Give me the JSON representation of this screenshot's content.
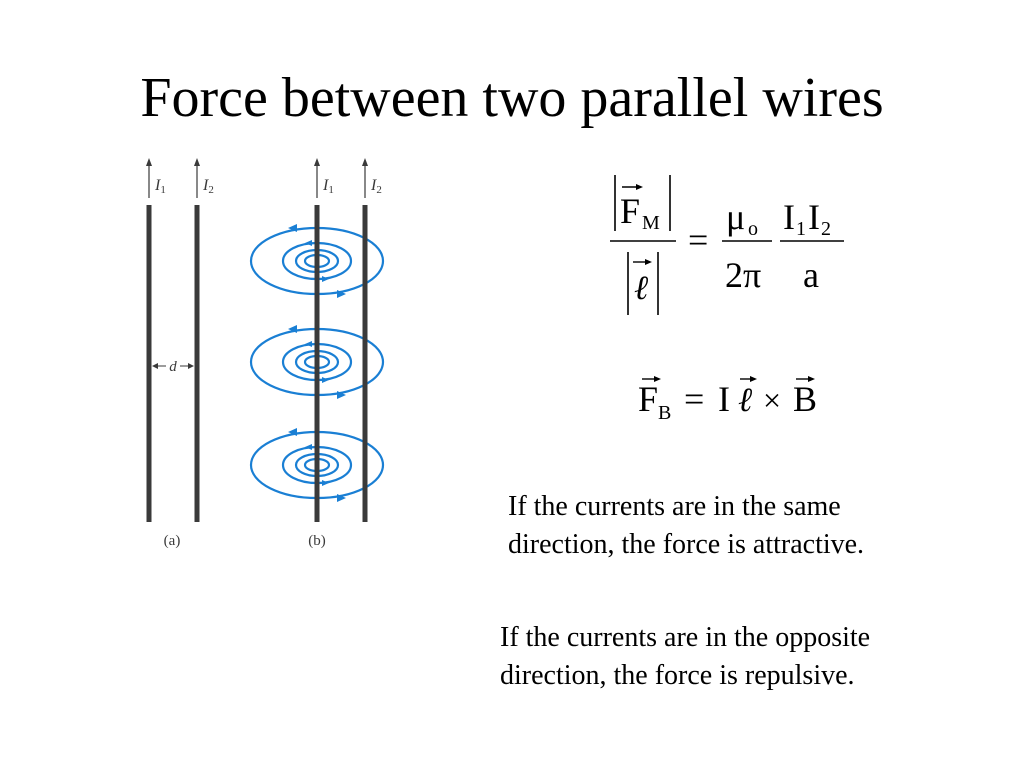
{
  "title": "Force between two parallel wires",
  "figure": {
    "panel_a": {
      "current_1": "I",
      "current_1_sub": "1",
      "current_2": "I",
      "current_2_sub": "2",
      "separation": "d",
      "caption": "(a)"
    },
    "panel_b": {
      "current_1": "I",
      "current_1_sub": "1",
      "current_2": "I",
      "current_2_sub": "2",
      "caption": "(b)"
    },
    "field_color": "#1a7fd4",
    "wire_color": "#3a3a3a"
  },
  "equation_force_per_length": {
    "force": "F",
    "force_sub": "M",
    "length": "ℓ",
    "equals": "=",
    "mu": "μ",
    "mu_sub": "o",
    "two_pi": "2π",
    "current_1": "I",
    "current_1_sub": "1",
    "current_2": "I",
    "current_2_sub": "2",
    "distance": "a"
  },
  "equation_lorentz": {
    "force": "F",
    "force_sub": "B",
    "equals": "=",
    "current": "I",
    "length": "ℓ",
    "cross": "×",
    "field": "B"
  },
  "notes": {
    "same_line1": "If the currents are in the same",
    "same_line2": "direction, the force is attractive.",
    "opposite_line1": "If the currents are in the opposite",
    "opposite_line2": "direction, the force is repulsive."
  }
}
